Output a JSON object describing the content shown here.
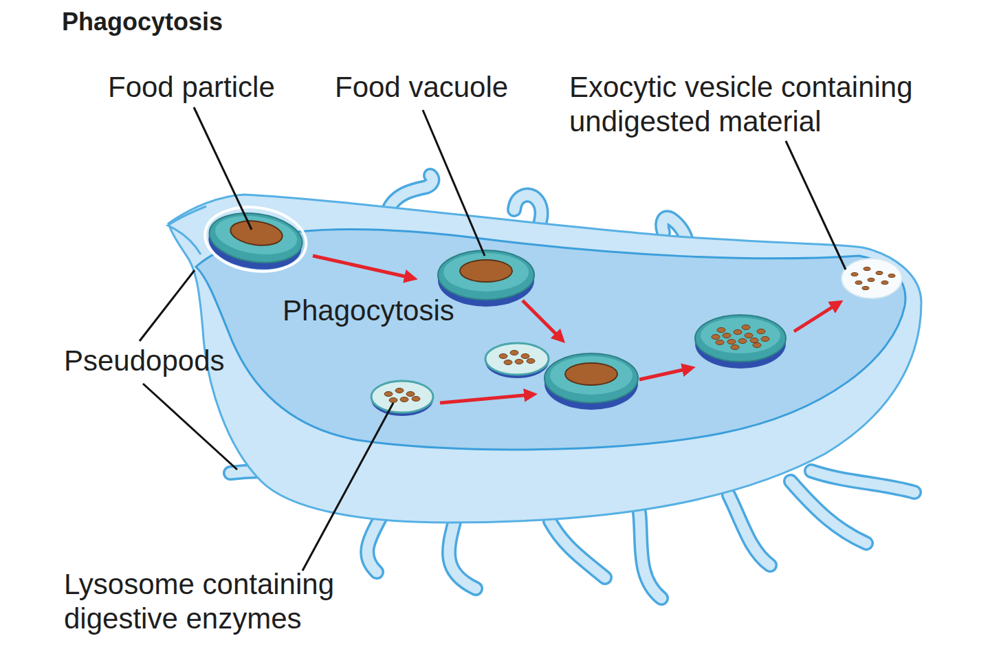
{
  "diagram": {
    "title": "Phagocytosis",
    "nodes": [
      {
        "text": [
          "Phagocytosis"
        ]
      }
    ],
    "labels": [
      "Food particle",
      "Food vacuole",
      "Exocytic vesicle containing undigested material",
      "Pseudopods",
      "Lysosome containing digestive enzymes"
    ]
  }
}
